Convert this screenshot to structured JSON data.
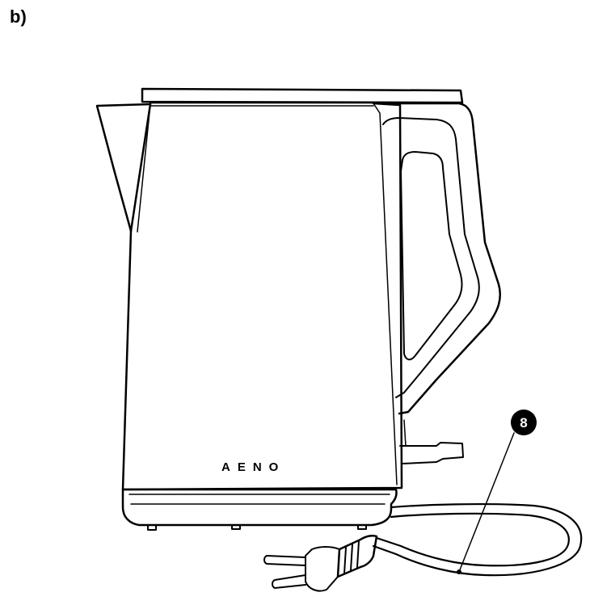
{
  "figure": {
    "label": "b)"
  },
  "kettle": {
    "brand": "AENO"
  },
  "callouts": [
    {
      "number": "8",
      "target": "power-cord"
    }
  ],
  "colors": {
    "ink": "#000000",
    "background": "#ffffff"
  }
}
